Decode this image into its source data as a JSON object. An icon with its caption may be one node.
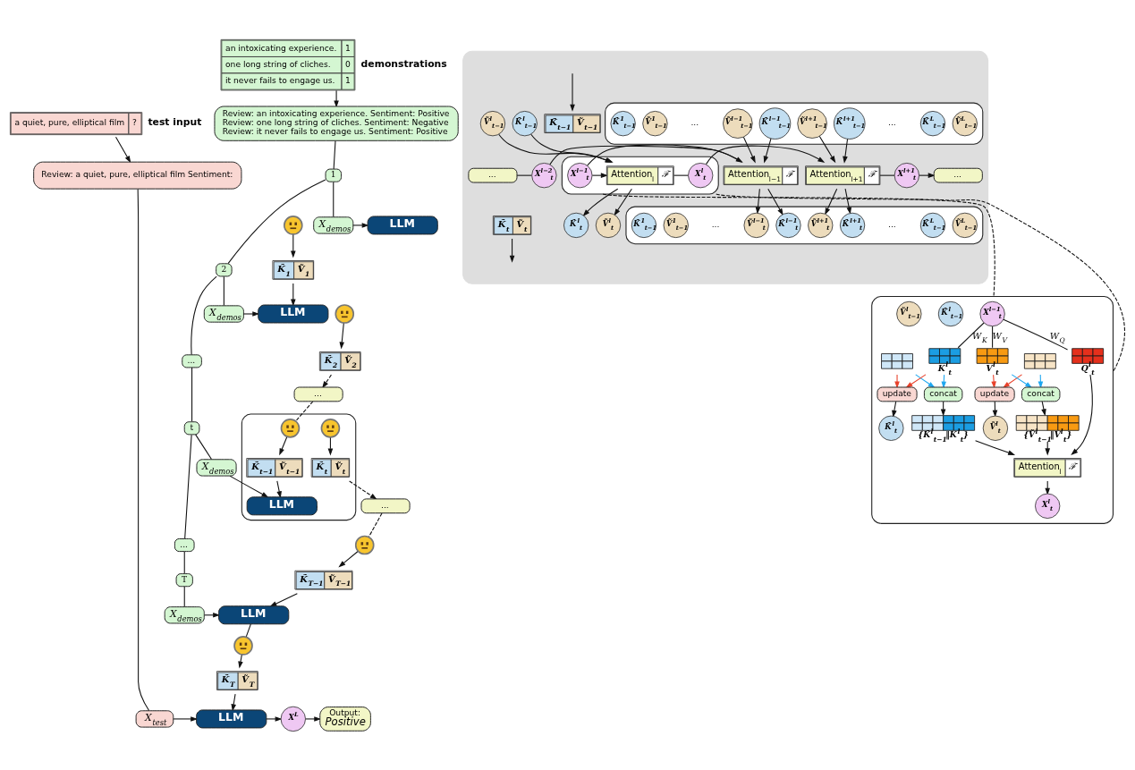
{
  "diagram": {
    "nodes": [
      {
        "text": [
          "Review: an intoxicating experience. Sentiment: Positive",
          "Review: one long string of cliches. Sentiment: Negative",
          "Review: it never fails to engage us. Sentiment: Positive"
        ]
      },
      {
        "text": [
          "Review: a quiet, pure, elliptical film Sentiment:"
        ]
      },
      {
        "text": [
          "an intoxicating experience.",
          "1",
          "one long string of cliches.",
          "0",
          "it never fails to engage us.",
          "1"
        ],
        "beside": [
          "demonstrations"
        ]
      },
      {
        "text": [
          "a quiet, pure, elliptical film",
          "?"
        ],
        "beside": [
          "test input"
        ]
      },
      {
        "text": [
          "1"
        ]
      },
      {
        "text": [
          "X$_{demos}$"
        ]
      },
      {
        "text": [
          "LLM"
        ]
      },
      {
        "text": [],
        "shape": "picture"
      },
      {
        "text": [
          "K̃$_{1}$",
          "Ṽ$_{1}$"
        ]
      },
      {
        "text": [
          "2"
        ]
      },
      {
        "text": [
          "X$_{demos}$"
        ]
      },
      {
        "text": [
          "LLM"
        ]
      },
      {
        "text": [],
        "shape": "picture"
      },
      {
        "text": [
          "K̃$_{2}$",
          "Ṽ$_{2}$"
        ]
      },
      {
        "text": [
          "..."
        ]
      },
      {
        "text": [
          "..."
        ]
      },
      {
        "text": [],
        "shape": "box"
      },
      {
        "text": [
          "t"
        ]
      },
      {
        "text": [
          "X$_{demos}$"
        ]
      },
      {
        "text": [],
        "shape": "picture",
        "in": 16
      },
      {
        "text": [
          "K̃$_{t−1}$",
          "Ṽ$_{t−1}$"
        ],
        "in": 16
      },
      {
        "text": [
          "LLM"
        ],
        "in": 16
      },
      {
        "text": [],
        "shape": "picture",
        "in": 16
      },
      {
        "text": [
          "K̃$_{t}$",
          "Ṽ$_{t}$"
        ],
        "in": 16
      },
      {
        "text": [
          "..."
        ]
      },
      {
        "text": [
          "..."
        ]
      },
      {
        "text": [],
        "shape": "picture"
      },
      {
        "text": [
          "T"
        ]
      },
      {
        "text": [
          "K̃$_{T−1}$",
          "Ṽ$_{T−1}$"
        ]
      },
      {
        "text": [
          "X$_{demos}$"
        ]
      },
      {
        "text": [
          "LLM"
        ]
      },
      {
        "text": [],
        "shape": "picture"
      },
      {
        "text": [
          "K̃$_{T}$",
          "Ṽ$_{T}$"
        ]
      },
      {
        "text": [
          "X$_{test}$"
        ]
      },
      {
        "text": [
          "LLM"
        ]
      },
      {
        "text": [
          "X$^{L}$"
        ]
      },
      {
        "text": [
          "Output:",
          "Positive"
        ]
      },
      {
        "text": [],
        "shape": "box"
      },
      {
        "text": [
          "K̃$_{t−1}$",
          "Ṽ$_{t−1}$"
        ],
        "in": 37
      },
      {
        "text": [],
        "shape": "box",
        "in": 37
      },
      {
        "text": [
          "K̃$^{1}$$_{t−1}$"
        ],
        "in": 39
      },
      {
        "text": [
          "Ṽ$^{1}$$_{t−1}$"
        ],
        "in": 39
      },
      {
        "text": [
          "K̃$^{l−1}$$_{t−1}$"
        ],
        "in": 39
      },
      {
        "text": [
          "Ṽ$^{l−1}$$_{t−1}$"
        ],
        "in": 39
      },
      {
        "text": [
          "K̃$^{l+1}$$_{t−1}$"
        ],
        "in": 39
      },
      {
        "text": [
          "Ṽ$^{l+1}$$_{t−1}$"
        ],
        "in": 39
      },
      {
        "text": [
          "K̃$^{L}$$_{t−1}$"
        ],
        "in": 39
      },
      {
        "text": [
          "Ṽ$^{L}$$_{t−1}$"
        ],
        "in": 39
      },
      {
        "text": [],
        "shape": "box",
        "in": 37
      },
      {
        "text": [
          "K̃$^{l}$$_{t−1}$"
        ],
        "in": 37
      },
      {
        "text": [
          "Ṽ$^{l}$$_{t−1}$"
        ],
        "in": 37
      },
      {
        "text": [
          "..."
        ],
        "in": 37
      },
      {
        "text": [
          "X$^{l−2}$$_{t}$"
        ],
        "in": 37
      },
      {
        "text": [
          "Attention$_{l−1}$",
          "ℱ"
        ],
        "in": 37
      },
      {
        "text": [
          "X$^{l−1}$$_{t}$"
        ],
        "in": 48
      },
      {
        "text": [
          "Attention$_{l}$",
          "ℱ"
        ],
        "in": 48
      },
      {
        "text": [
          "X$^{l}$$_{t}$"
        ],
        "in": 48
      },
      {
        "text": [
          "Attention$_{l+1}$",
          "ℱ"
        ],
        "in": 37
      },
      {
        "text": [
          "X$^{l+1}$$_{t}$"
        ],
        "in": 37
      },
      {
        "text": [
          "..."
        ],
        "in": 37
      },
      {
        "text": [
          "K̃$_{t}$",
          "Ṽ$_{t}$"
        ],
        "in": 37
      },
      {
        "text": [],
        "shape": "box",
        "in": 37
      },
      {
        "text": [
          "K̃$^{1}$$_{t−1}$"
        ],
        "in": 61
      },
      {
        "text": [
          "Ṽ$^{1}$$_{t−1}$"
        ],
        "in": 61
      },
      {
        "text": [
          "K̃$^{l−1}$$_{t}$"
        ],
        "in": 61
      },
      {
        "text": [
          "Ṽ$^{l−1}$$_{t}$"
        ],
        "in": 61
      },
      {
        "text": [
          "K̃$^{l+1}$$_{t}$"
        ],
        "in": 61
      },
      {
        "text": [
          "Ṽ$^{l+1}$$_{t}$"
        ],
        "in": 61
      },
      {
        "text": [
          "K̃$^{L}$$_{t−1}$"
        ],
        "in": 61
      },
      {
        "text": [
          "Ṽ$^{L}$$_{t−1}$"
        ],
        "in": 61
      },
      {
        "text": [
          "K̃$^{l}$$_{t}$"
        ],
        "in": 37
      },
      {
        "text": [
          "Ṽ$^{l}$$_{t}$"
        ],
        "in": 37
      },
      {
        "text": [],
        "shape": "box"
      },
      {
        "text": [
          "X$^{l−1}$$_{t}$"
        ],
        "in": 72
      },
      {
        "text": [
          "K̃$^{l}$$_{t−1}$"
        ],
        "in": 72
      },
      {
        "text": [],
        "shape": "picture",
        "in": 72
      },
      {
        "text": [
          "Ṽ$^{l}$$_{t−1}$"
        ],
        "in": 72
      },
      {
        "text": [],
        "shape": "picture",
        "in": 72
      },
      {
        "text": [],
        "shape": "picture",
        "beside": [
          "K$^{l}$$_{t}$"
        ],
        "in": 72
      },
      {
        "text": [
          "concat"
        ],
        "in": 72
      },
      {
        "text": [],
        "shape": "picture",
        "beside": [
          "{K̃$^{l}$$_{t−1}$‖K$^{l}$$_{t}$}"
        ],
        "in": 72
      },
      {
        "text": [
          "update"
        ],
        "in": 72
      },
      {
        "text": [],
        "shape": "picture",
        "beside": [
          "V$^{l}$$_{t}$"
        ],
        "in": 72
      },
      {
        "text": [
          "concat"
        ],
        "in": 72
      },
      {
        "text": [],
        "shape": "picture",
        "beside": [
          "{Ṽ$^{l}$$_{t−1}$‖V$^{l}$$_{t}$}"
        ],
        "in": 72
      },
      {
        "text": [
          "update"
        ],
        "in": 72
      },
      {
        "text": [],
        "shape": "picture",
        "beside": [
          "Q$^{l}$$_{t}$"
        ],
        "in": 72
      },
      {
        "text": [
          "Attention$_{l}$",
          "ℱ"
        ],
        "in": 72
      },
      {
        "text": [
          "X$^{l}$$_{t}$"
        ],
        "in": 72
      },
      {
        "text": [
          "K̃$^{l}$$_{t}$"
        ],
        "in": 72
      },
      {
        "text": [
          "Ṽ$^{l}$$_{t}$"
        ],
        "in": 72
      }
    ],
    "edges": [
      {
        "from": 2,
        "to": 0,
        "arrow": "to"
      },
      {
        "from": 3,
        "to": 1,
        "arrow": "to"
      },
      {
        "from": 0,
        "to": 4,
        "arrow": "none"
      },
      {
        "from": 4,
        "to": 5,
        "arrow": "none"
      },
      {
        "from": 5,
        "to": 6,
        "arrow": "to"
      },
      {
        "from": 7,
        "to": 8,
        "arrow": "to"
      },
      {
        "from": 4,
        "to": 9,
        "arrow": "none"
      },
      {
        "from": 8,
        "to": 11,
        "arrow": "to"
      },
      {
        "from": 9,
        "to": 10,
        "arrow": "none"
      },
      {
        "from": 10,
        "to": 11,
        "arrow": "to"
      },
      {
        "from": 12,
        "to": 13,
        "arrow": "to"
      },
      {
        "from": 9,
        "to": 14,
        "arrow": "none"
      },
      {
        "from": 13,
        "to": 15,
        "arrow": "to",
        "style": "dashed"
      },
      {
        "from": 15,
        "to": 19,
        "arrow": "none",
        "style": "dashed"
      },
      {
        "from": 14,
        "to": 17,
        "arrow": "none"
      },
      {
        "from": 17,
        "to": 18,
        "arrow": "none"
      },
      {
        "from": 19,
        "to": 20,
        "arrow": "to"
      },
      {
        "from": 20,
        "to": 21,
        "arrow": "to"
      },
      {
        "from": 18,
        "to": 21,
        "arrow": "to"
      },
      {
        "from": 22,
        "to": 23,
        "arrow": "to"
      },
      {
        "from": 23,
        "to": 25,
        "arrow": "to",
        "style": "dashed"
      },
      {
        "from": 17,
        "to": 24,
        "arrow": "none"
      },
      {
        "from": 25,
        "to": 26,
        "arrow": "none",
        "style": "dashed"
      },
      {
        "from": 26,
        "to": 28,
        "arrow": "to"
      },
      {
        "from": 24,
        "to": 27,
        "arrow": "none"
      },
      {
        "from": 27,
        "to": 29,
        "arrow": "none"
      },
      {
        "from": 28,
        "to": 30,
        "arrow": "to"
      },
      {
        "from": 29,
        "to": 30,
        "arrow": "to"
      },
      {
        "from": 30,
        "to": 31,
        "arrow": "none"
      },
      {
        "from": 31,
        "to": 32,
        "arrow": "to"
      },
      {
        "from": 32,
        "to": 34,
        "arrow": "to"
      },
      {
        "from": 1,
        "to": 33,
        "arrow": "none"
      },
      {
        "from": 33,
        "to": 34,
        "arrow": "to"
      },
      {
        "from": 34,
        "to": 35,
        "arrow": "to"
      },
      {
        "from": 35,
        "to": 36,
        "arrow": "to"
      },
      {
        "from": null,
        "to": 38,
        "arrow": "to"
      },
      {
        "from": 60,
        "to": null,
        "arrow": "to"
      },
      {
        "from": 51,
        "to": 52,
        "arrow": "none"
      },
      {
        "from": 52,
        "to": 53,
        "arrow": "to"
      },
      {
        "from": 53,
        "to": 54,
        "arrow": "none"
      },
      {
        "from": 54,
        "to": 55,
        "arrow": "to"
      },
      {
        "from": 55,
        "to": 56,
        "arrow": "none"
      },
      {
        "from": 56,
        "to": 57,
        "arrow": "to"
      },
      {
        "from": 57,
        "to": 58,
        "arrow": "none"
      },
      {
        "from": 58,
        "to": 59,
        "arrow": "to"
      },
      {
        "from": 42,
        "to": 53,
        "arrow": "to"
      },
      {
        "from": 43,
        "to": 53,
        "arrow": "to"
      },
      {
        "from": 53,
        "to": 64,
        "arrow": "to"
      },
      {
        "from": 53,
        "to": 65,
        "arrow": "to"
      },
      {
        "from": 49,
        "to": 55,
        "arrow": "to"
      },
      {
        "from": 50,
        "to": 55,
        "arrow": "to"
      },
      {
        "from": 55,
        "to": 70,
        "arrow": "to"
      },
      {
        "from": 55,
        "to": 71,
        "arrow": "to"
      },
      {
        "from": 44,
        "to": 57,
        "arrow": "to"
      },
      {
        "from": 45,
        "to": 57,
        "arrow": "to"
      },
      {
        "from": 57,
        "to": 66,
        "arrow": "to"
      },
      {
        "from": 57,
        "to": 67,
        "arrow": "to"
      },
      {
        "from": 48,
        "to": 72,
        "arrow": "none",
        "style": "dashed"
      },
      {
        "from": 48,
        "to": 72,
        "arrow": "none",
        "style": "dashed"
      },
      {
        "from": 73,
        "to": 78,
        "arrow": "none",
        "label": "W$_{K}$"
      },
      {
        "from": 73,
        "to": 82,
        "arrow": "none",
        "label": "W$_{V}$"
      },
      {
        "from": 73,
        "to": 86,
        "arrow": "none",
        "label": "W$_{Q}$"
      },
      {
        "from": 75,
        "to": 79,
        "arrow": "to",
        "color": "#1ea7f0"
      },
      {
        "from": 78,
        "to": 79,
        "arrow": "to",
        "color": "#1ea7f0"
      },
      {
        "from": 75,
        "to": 81,
        "arrow": "to",
        "color": "#e8402a"
      },
      {
        "from": 78,
        "to": 81,
        "arrow": "to",
        "color": "#e8402a"
      },
      {
        "from": 79,
        "to": 80,
        "arrow": "to"
      },
      {
        "from": 80,
        "to": 87,
        "arrow": "to"
      },
      {
        "from": 81,
        "to": 89,
        "arrow": "to"
      },
      {
        "from": 77,
        "to": 83,
        "arrow": "to",
        "color": "#1ea7f0"
      },
      {
        "from": 82,
        "to": 83,
        "arrow": "to",
        "color": "#1ea7f0"
      },
      {
        "from": 77,
        "to": 85,
        "arrow": "to",
        "color": "#e8402a"
      },
      {
        "from": 82,
        "to": 85,
        "arrow": "to",
        "color": "#e8402a"
      },
      {
        "from": 83,
        "to": 84,
        "arrow": "to"
      },
      {
        "from": 84,
        "to": 87,
        "arrow": "to"
      },
      {
        "from": 85,
        "to": 90,
        "arrow": "to"
      },
      {
        "from": 86,
        "to": 87,
        "arrow": "to"
      },
      {
        "from": 87,
        "to": 88,
        "arrow": "to"
      }
    ],
    "labels": [
      "...",
      "...",
      "...",
      "..."
    ]
  }
}
